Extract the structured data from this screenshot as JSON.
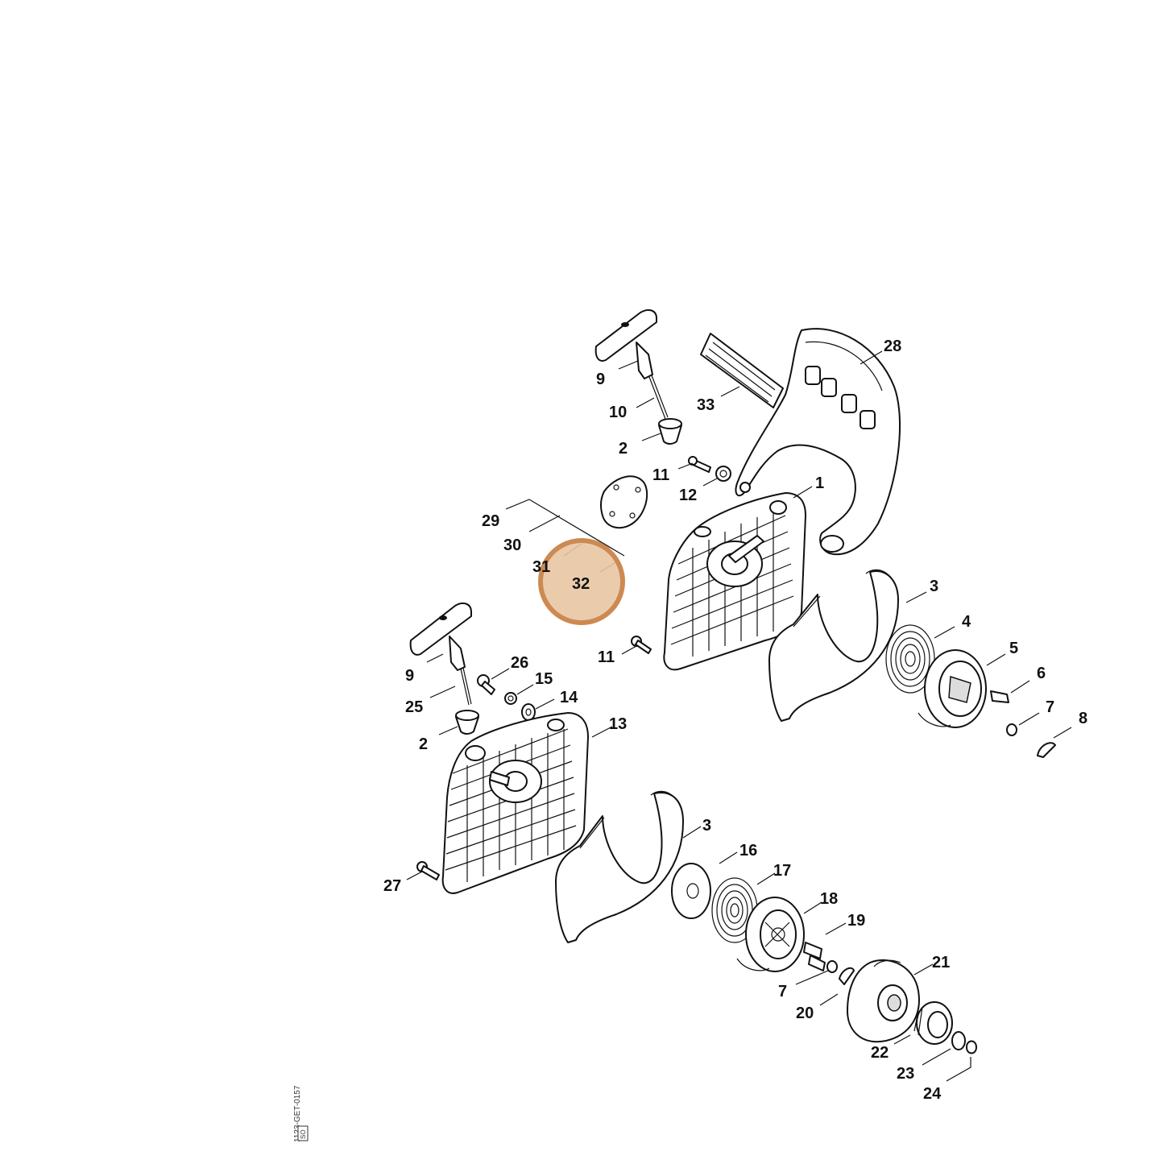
{
  "diagram": {
    "labels": [
      {
        "id": "l28",
        "text": "28"
      },
      {
        "id": "l9a",
        "text": "9"
      },
      {
        "id": "l10",
        "text": "10"
      },
      {
        "id": "l33",
        "text": "33"
      },
      {
        "id": "l2a",
        "text": "2"
      },
      {
        "id": "l11a",
        "text": "11"
      },
      {
        "id": "l12",
        "text": "12"
      },
      {
        "id": "l1",
        "text": "1"
      },
      {
        "id": "l29",
        "text": "29"
      },
      {
        "id": "l30",
        "text": "30"
      },
      {
        "id": "l31",
        "text": "31"
      },
      {
        "id": "l32",
        "text": "32"
      },
      {
        "id": "l3a",
        "text": "3"
      },
      {
        "id": "l4",
        "text": "4"
      },
      {
        "id": "l5",
        "text": "5"
      },
      {
        "id": "l6",
        "text": "6"
      },
      {
        "id": "l7a",
        "text": "7"
      },
      {
        "id": "l8",
        "text": "8"
      },
      {
        "id": "l11b",
        "text": "11"
      },
      {
        "id": "l9b",
        "text": "9"
      },
      {
        "id": "l26",
        "text": "26"
      },
      {
        "id": "l15",
        "text": "15"
      },
      {
        "id": "l14",
        "text": "14"
      },
      {
        "id": "l25",
        "text": "25"
      },
      {
        "id": "l13",
        "text": "13"
      },
      {
        "id": "l2b",
        "text": "2"
      },
      {
        "id": "l3b",
        "text": "3"
      },
      {
        "id": "l16",
        "text": "16"
      },
      {
        "id": "l17",
        "text": "17"
      },
      {
        "id": "l18",
        "text": "18"
      },
      {
        "id": "l19",
        "text": "19"
      },
      {
        "id": "l27",
        "text": "27"
      },
      {
        "id": "l21",
        "text": "21"
      },
      {
        "id": "l7b",
        "text": "7"
      },
      {
        "id": "l20",
        "text": "20"
      },
      {
        "id": "l22",
        "text": "22"
      },
      {
        "id": "l23",
        "text": "23"
      },
      {
        "id": "l24",
        "text": "24"
      }
    ],
    "highlight": {
      "text": "32",
      "color": "#cc8a52",
      "fill": "#e8c7a4"
    },
    "corner_code": "1123-GET-0157",
    "corner_box": "SO"
  }
}
